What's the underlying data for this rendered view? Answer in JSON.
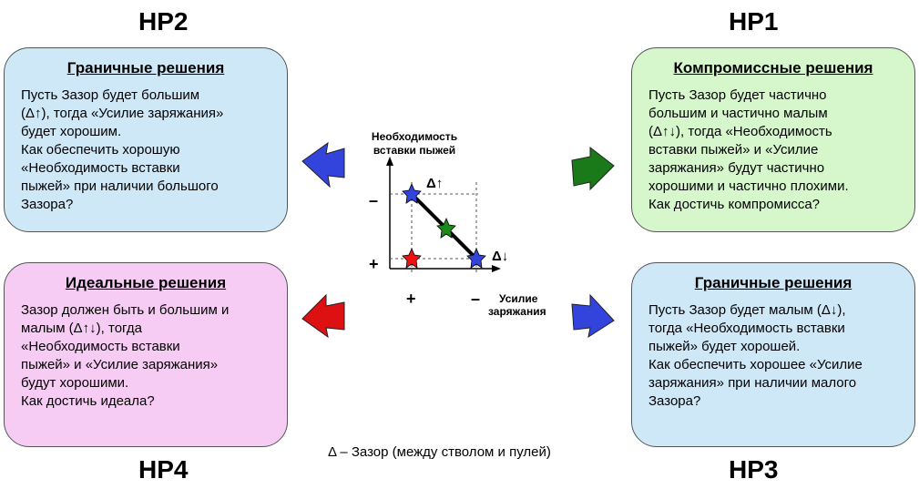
{
  "corners": {
    "top_left": "НР2",
    "top_right": "НР1",
    "bottom_left": "НР4",
    "bottom_right": "НР3"
  },
  "boxes": {
    "top_left": {
      "title": "Граничные решения",
      "text": "Пусть Зазор будет большим\n(Δ↑), тогда «Усилие заряжания»\nбудет хорошим.\nКак обеспечить хорошую\n«Необходимость вставки\nпыжей» при наличии большого\nЗазора?",
      "color": "#cfe8f8"
    },
    "top_right": {
      "title": "Компромиссные решения",
      "text": "Пусть Зазор будет частично\nбольшим и частично малым\n(Δ↑↓), тогда «Необходимость\nвставки пыжей» и «Усилие\nзаряжания» будут частично\nхорошими и частично плохими.\nКак достичь компромисса?",
      "color": "#d6f7cc"
    },
    "bottom_left": {
      "title": "Идеальные решения",
      "text": "Зазор должен быть и большим и\nмалым (Δ↑↓), тогда\n«Необходимость вставки\nпыжей» и «Усилие заряжания»\nбудут хорошими.\nКак достичь идеала?",
      "color": "#f7ccf4"
    },
    "bottom_right": {
      "title": "Граничные решения",
      "text": "Пусть Зазор будет малым (Δ↓),\nтогда «Необходимость вставки\nпыжей» будет хорошей.\nКак обеспечить хорошее «Усилие\nзаряжания» при наличии малого\nЗазора?",
      "color": "#cfe8f8"
    }
  },
  "diagram": {
    "y_axis_label_line1": "Необходимость",
    "y_axis_label_line2": "вставки пыжей",
    "x_axis_label_line1": "Усилие",
    "x_axis_label_line2": "заряжания",
    "y_tick_top": "–",
    "y_tick_bottom": "+",
    "x_tick_left": "+",
    "x_tick_right": "–",
    "delta_up": "Δ↑",
    "delta_down": "Δ↓"
  },
  "arrows": {
    "top_left_color": "#3344dd",
    "top_right_color": "#1a7a1a",
    "bottom_left_color": "#dd1111",
    "bottom_right_color": "#3344dd"
  },
  "footnote": "Δ – Зазор (между стволом и пулей)"
}
